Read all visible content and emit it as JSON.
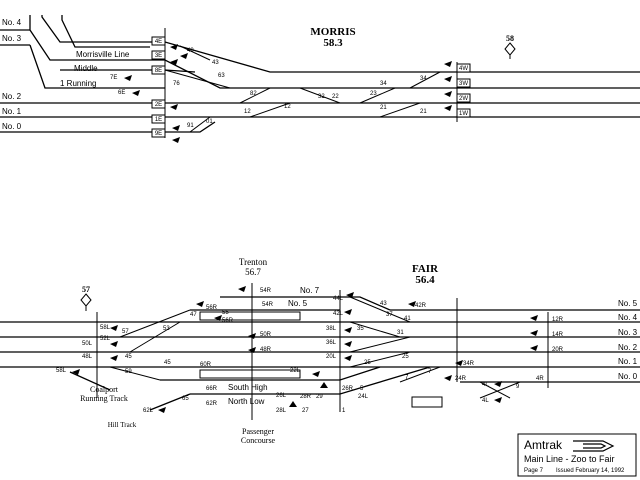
{
  "stations": {
    "morris": {
      "name": "MORRIS",
      "milepost": "58.3"
    },
    "fair": {
      "name": "FAIR",
      "milepost": "56.4"
    },
    "trenton": {
      "name": "Trenton",
      "milepost": "56.7"
    }
  },
  "mileposts": {
    "top": "58",
    "bottom": "57"
  },
  "morris_tracks": [
    "No. 4",
    "No. 3",
    "Morrisville Line",
    "Middle",
    "1 Running",
    "No. 2",
    "No. 1",
    "No. 0"
  ],
  "morris_signals": {
    "e4": "4E",
    "e3": "3E",
    "e8": "8E",
    "e7": "7E",
    "e6": "6E",
    "e2": "2E",
    "e1": "1E",
    "e9": "9E",
    "w4": "4W",
    "w3": "3W",
    "w2": "2W",
    "w1": "1W"
  },
  "morris_switches": {
    "s49": "49",
    "s43": "43",
    "s63": "63",
    "s76": "76",
    "s82": "82",
    "s32": "32",
    "s22": "22",
    "s23": "23",
    "s34a": "34",
    "s34b": "34",
    "s12a": "12",
    "s12b": "12",
    "s21a": "21",
    "s21b": "21",
    "s91": "91",
    "s01": "01"
  },
  "fair_tracks": {
    "right": [
      "No. 5",
      "No. 4",
      "No. 3",
      "No. 2",
      "No. 1",
      "No. 0"
    ],
    "no7": "No. 7",
    "no5": "No. 5",
    "south_high": "South High",
    "north_low": "North Low"
  },
  "fair_signals": {
    "s54r": "54R",
    "s54rb": "54R",
    "s44l": "44L",
    "s42l": "42L",
    "s42r": "42R",
    "s56r": "56R",
    "s56rb": "56R",
    "s58l": "58L",
    "s50l": "50L",
    "s48l": "48L",
    "s58lb": "58L",
    "s52l": "52L",
    "s50r": "50R",
    "s48r": "48R",
    "s60r": "60R",
    "s66r": "66R",
    "s62r": "62R",
    "s62l": "62L",
    "s38l": "38L",
    "s36l": "36L",
    "s20l": "20L",
    "s22l": "22L",
    "s26r": "26R",
    "s28r": "28R",
    "s24l": "24L",
    "s26l": "26L",
    "s28l": "28L",
    "s12r": "12R",
    "s14r": "14R",
    "s20r": "20R",
    "s34r": "34R",
    "s24r": "24R",
    "s4r": "4R",
    "s4l": "4L",
    "s4lb": "4L"
  },
  "fair_switches": {
    "s57": "57",
    "s53": "53",
    "s55": "55",
    "s47": "47",
    "s45a": "45",
    "s45b": "45",
    "s59": "59",
    "s65": "65",
    "s43": "43",
    "s41": "41",
    "s37": "37",
    "s31": "31",
    "s35": "35",
    "s25a": "25",
    "s25b": "25",
    "s7": "7",
    "s7b": "7",
    "s9": "9",
    "s29": "29",
    "s27": "27",
    "s1": "1",
    "s5": "5"
  },
  "places": {
    "coalport_1": "Coalport",
    "coalport_2": "Running Track",
    "hill": "Hill Track",
    "passenger_1": "Passenger",
    "passenger_2": "Concourse"
  },
  "title_block": {
    "logo": "Amtrak",
    "title": "Main Line - Zoo to Fair",
    "page": "Page 7",
    "issued": "Issued February 14, 1992"
  }
}
